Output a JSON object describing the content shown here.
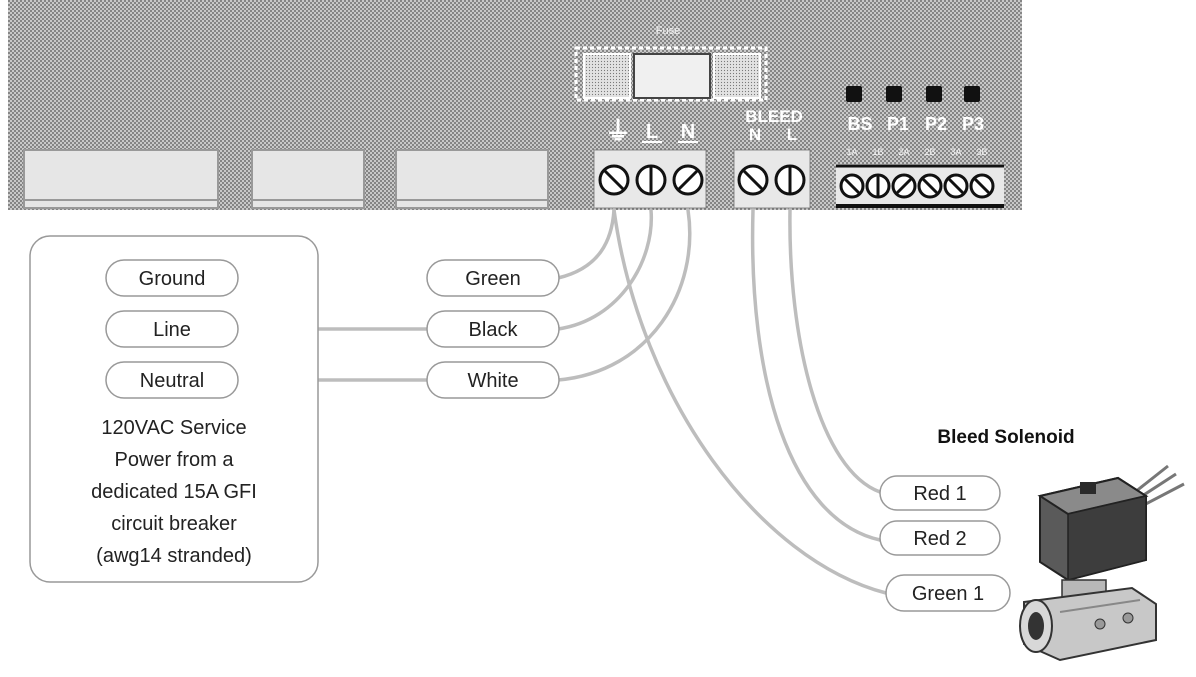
{
  "panel": {
    "fuse_label": "Fuse",
    "ground_symbol": "⏚",
    "line_label": "L",
    "neutral_label": "N",
    "bleed_label": "BLEED",
    "bleed_n_label": "N",
    "bleed_l_label": "L",
    "relay_labels": [
      "BS",
      "P1",
      "P2",
      "P3"
    ],
    "relay_sublabels": [
      "1A",
      "1B",
      "2A",
      "2B",
      "3A",
      "3B"
    ],
    "colors": {
      "panel_bg": "#a8a8a8",
      "panel_dot": "#555555",
      "wire": "#bdbdbd"
    }
  },
  "service": {
    "tags": [
      "Ground",
      "Line",
      "Neutral"
    ],
    "description_lines": [
      "120VAC Service",
      "Power from a",
      "dedicated 15A GFI",
      "circuit breaker",
      "(awg14 stranded)"
    ]
  },
  "wires": {
    "tags": [
      "Green",
      "Black",
      "White"
    ]
  },
  "solenoid": {
    "title": "Bleed Solenoid",
    "tags": [
      "Red 1",
      "Red 2",
      "Green 1"
    ]
  }
}
